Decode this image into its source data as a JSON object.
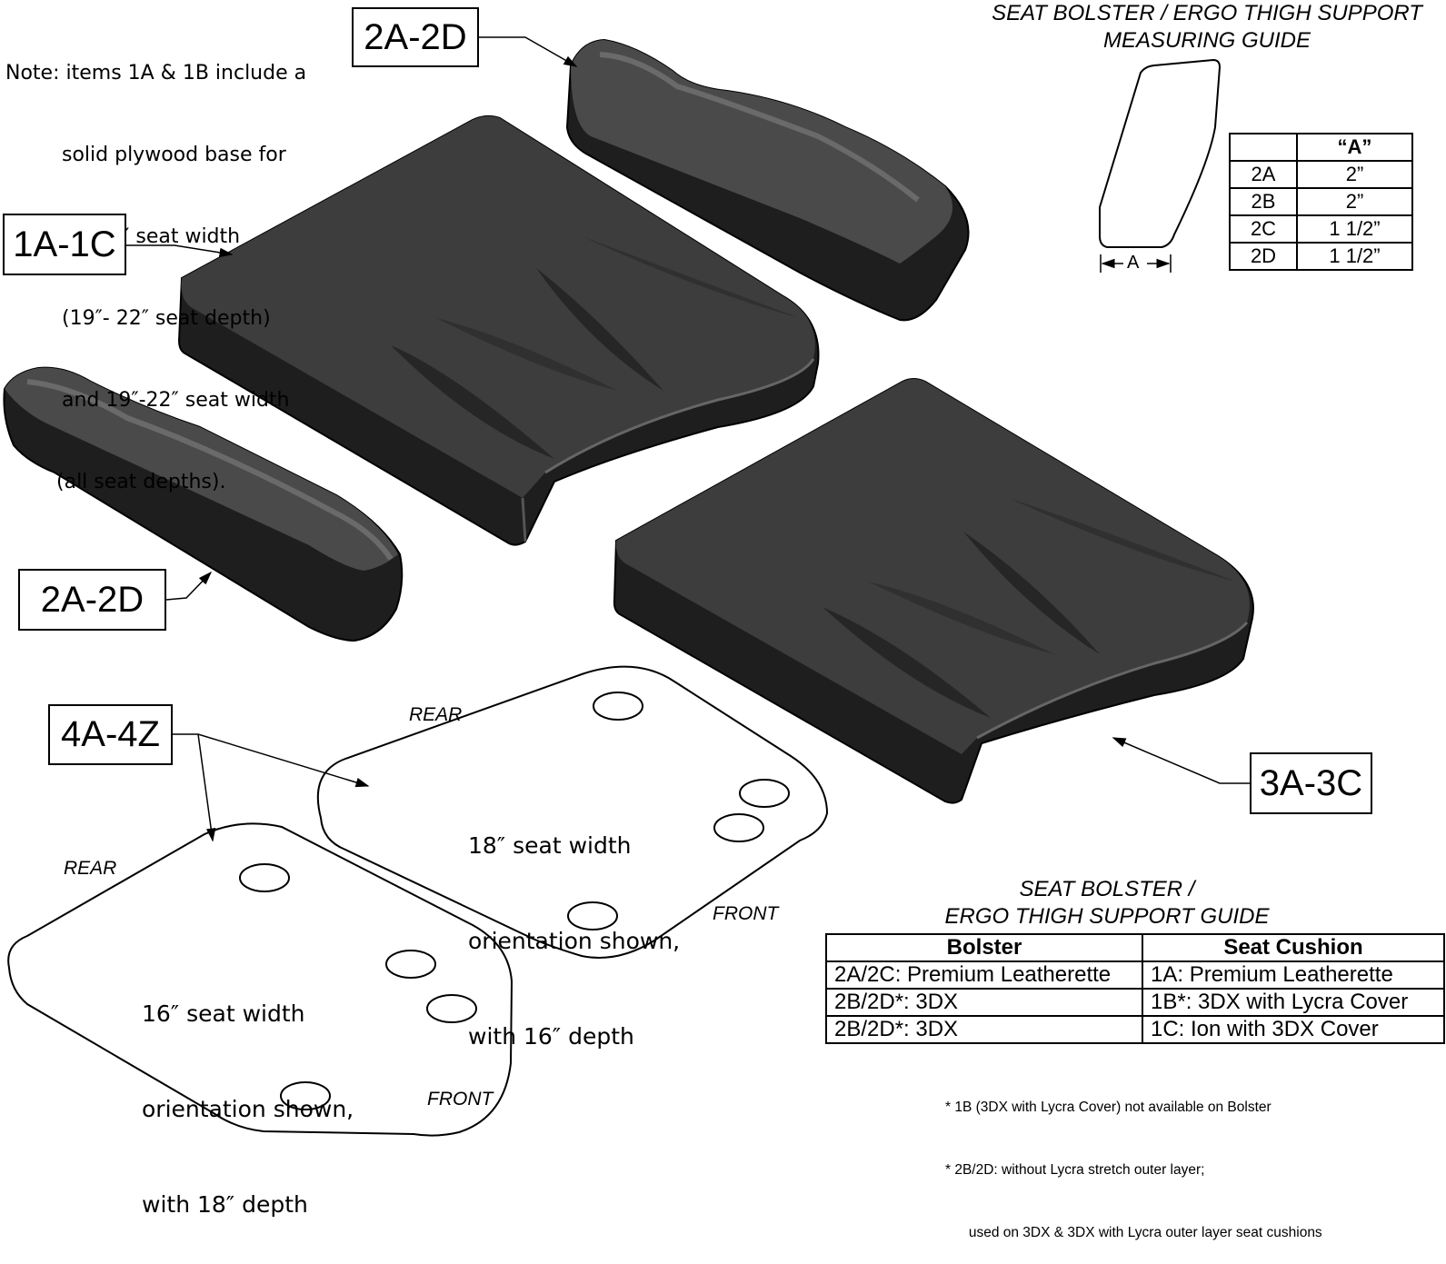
{
  "note": {
    "lines": [
      "Note: items 1A & 1B include a",
      "solid plywood base for",
      "15″-18″ seat width",
      "(19″- 22″ seat depth)",
      "and 19″-22″ seat width",
      "(all seat depths)."
    ]
  },
  "callouts": {
    "bolster_top": "2A-2D",
    "seat_1": "1A-1C",
    "bolster_bottom": "2A-2D",
    "seat_3": "3A-3C",
    "plates": "4A-4Z"
  },
  "measuring_guide": {
    "title_line1": "SEAT BOLSTER /  ERGO THIGH SUPPORT",
    "title_line2": "MEASURING GUIDE",
    "dimension_label": "A",
    "header": "“A”",
    "rows": [
      {
        "item": "2A",
        "value": "2”"
      },
      {
        "item": "2B",
        "value": "2”"
      },
      {
        "item": "2C",
        "value": "1 1/2”"
      },
      {
        "item": "2D",
        "value": "1 1/2”"
      }
    ]
  },
  "plates": {
    "plate_18": {
      "rear": "REAR",
      "front": "FRONT",
      "lines": [
        "18″ seat width",
        "orientation shown,",
        "with 16″ depth"
      ]
    },
    "plate_16": {
      "rear": "REAR",
      "front": "FRONT",
      "lines": [
        "16″ seat width",
        "orientation shown,",
        "with 18″ depth"
      ]
    }
  },
  "support_guide": {
    "title_line1": "SEAT BOLSTER /",
    "title_line2": "ERGO THIGH SUPPORT GUIDE",
    "headers": [
      "Bolster",
      "Seat Cushion"
    ],
    "rows": [
      [
        "2A/2C: Premium Leatherette",
        "1A: Premium Leatherette"
      ],
      [
        "2B/2D*: 3DX",
        "1B*: 3DX with Lycra Cover"
      ],
      [
        "2B/2D*: 3DX",
        "1C: Ion with 3DX Cover"
      ]
    ],
    "footnotes": [
      "* 1B (3DX with Lycra Cover) not available on Bolster",
      "* 2B/2D: without Lycra stretch outer layer;",
      "      used on 3DX & 3DX with Lycra outer layer seat cushions"
    ]
  }
}
